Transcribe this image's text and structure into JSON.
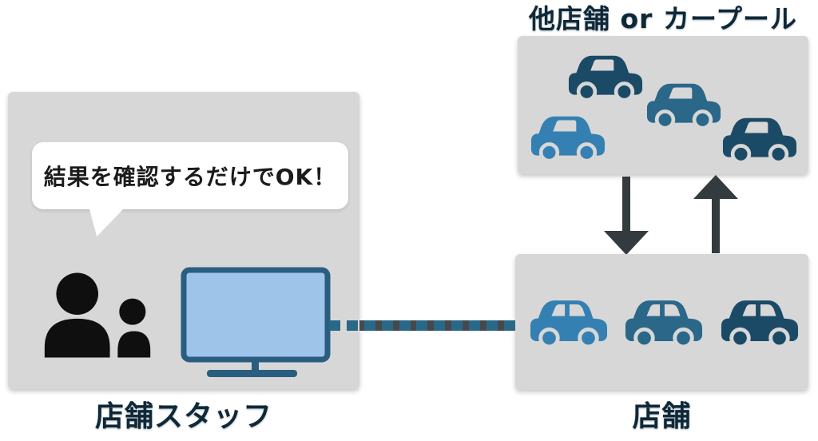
{
  "colors": {
    "page_bg": "#ffffff",
    "box_bg": "#d7d7d7",
    "label_text": "#0e2838",
    "bubble_bg": "#ffffff",
    "bubble_text": "#1b1b1b",
    "car_dark": "#1b4a66",
    "car_medium": "#2a6789",
    "car_light": "#3480b2",
    "monitor_frame": "#2a5e80",
    "monitor_screen": "#9fc4ea",
    "people_icon": "#0f0f0f",
    "arrow": "#333b3e",
    "dash": "#2a6888",
    "dash_band": "#45494c"
  },
  "left_panel": {
    "bubble_text": "結果を確認するだけでOK！",
    "label": "店舗スタッフ"
  },
  "other_stores_panel": {
    "title": "他店舗 or カープール",
    "cars": [
      "#1b4a66",
      "#2a6789",
      "#3480b2",
      "#1b4a66"
    ]
  },
  "store_panel": {
    "label": "店舗",
    "cars": [
      "#3480b2",
      "#2a6789",
      "#1b4a66"
    ]
  }
}
